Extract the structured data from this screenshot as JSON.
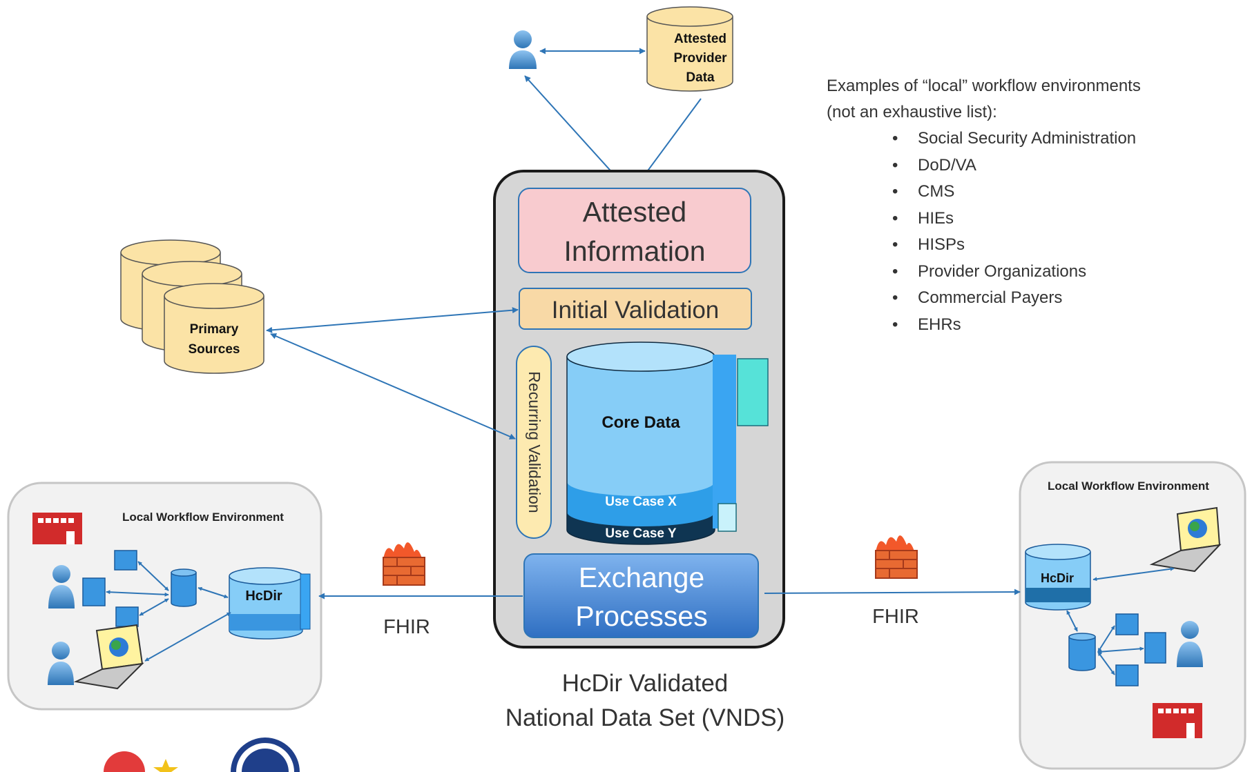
{
  "attested_provider_db": {
    "lines": [
      "Attested",
      "Provider",
      "Data"
    ]
  },
  "primary_sources_db": {
    "lines": [
      "Primary",
      "Sources"
    ]
  },
  "vnds": {
    "attested_information": [
      "Attested",
      "Information"
    ],
    "initial_validation": "Initial Validation",
    "recurring_validation": "Recurring Validation",
    "core_data": "Core Data",
    "use_case_x": "Use Case X",
    "use_case_y": "Use Case Y",
    "exchange_processes": [
      "Exchange",
      "Processes"
    ],
    "caption": [
      "HcDir Validated",
      "National Data Set (VNDS)"
    ]
  },
  "examples": {
    "heading": [
      "Examples of “local” workflow environments",
      "(not an exhaustive list):"
    ],
    "items": [
      "Social Security Administration",
      "DoD/VA",
      "CMS",
      "HIEs",
      "HISPs",
      "Provider Organizations",
      "Commercial Payers",
      "EHRs"
    ]
  },
  "left_env": {
    "title": "Local Workflow Environment",
    "hcdir": "HcDir",
    "protocol": "FHIR"
  },
  "right_env": {
    "title": "Local Workflow Environment",
    "hcdir": "HcDir",
    "protocol": "FHIR"
  },
  "colors": {
    "arrow": "#2e75b6",
    "db_fill": "#fbe3a6",
    "attested_fill": "#f8cbcf",
    "validation_fill": "#f8d9a6",
    "core_fill": "#86cdf7",
    "use_case_x": "#2e9ee8",
    "use_case_y": "#0f3552",
    "exchange_fill": "#4a90d9",
    "panel_fill": "#d6d6d6"
  }
}
